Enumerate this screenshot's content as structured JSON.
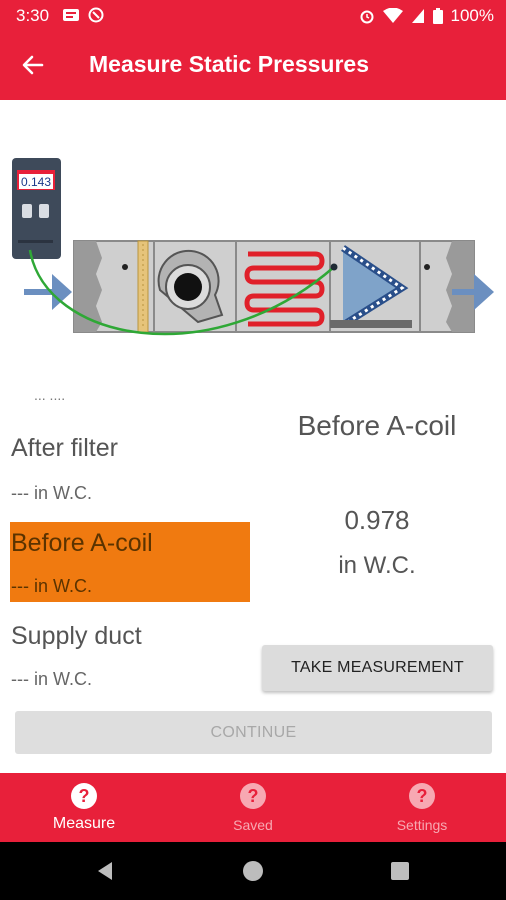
{
  "status_bar": {
    "time": "3:30",
    "battery": "100%"
  },
  "app_bar": {
    "title": "Measure Static Pressures"
  },
  "meter": {
    "reading": "0.143"
  },
  "list": {
    "partial_label": "... ....",
    "items": [
      {
        "name": "After filter",
        "value": "--- in W.C."
      },
      {
        "name": "Before A-coil",
        "value": "--- in W.C."
      },
      {
        "name": "Supply duct",
        "value": "--- in W.C."
      }
    ]
  },
  "detail": {
    "label": "Before A-coil",
    "value": "0.978",
    "unit": "in W.C."
  },
  "buttons": {
    "take_measurement": "TAKE MEASUREMENT",
    "continue": "CONTINUE"
  },
  "bottom_nav": {
    "items": [
      {
        "label": "Measure"
      },
      {
        "label": "Saved"
      },
      {
        "label": "Settings"
      }
    ]
  },
  "colors": {
    "brand": "#e8203a",
    "selected": "#f07a10",
    "hose": "#2fa836",
    "arrow": "#6b8fc0"
  },
  "icons": [
    "back-arrow-icon",
    "help-circle-icon",
    "wifi-icon",
    "battery-icon",
    "alarm-icon"
  ]
}
